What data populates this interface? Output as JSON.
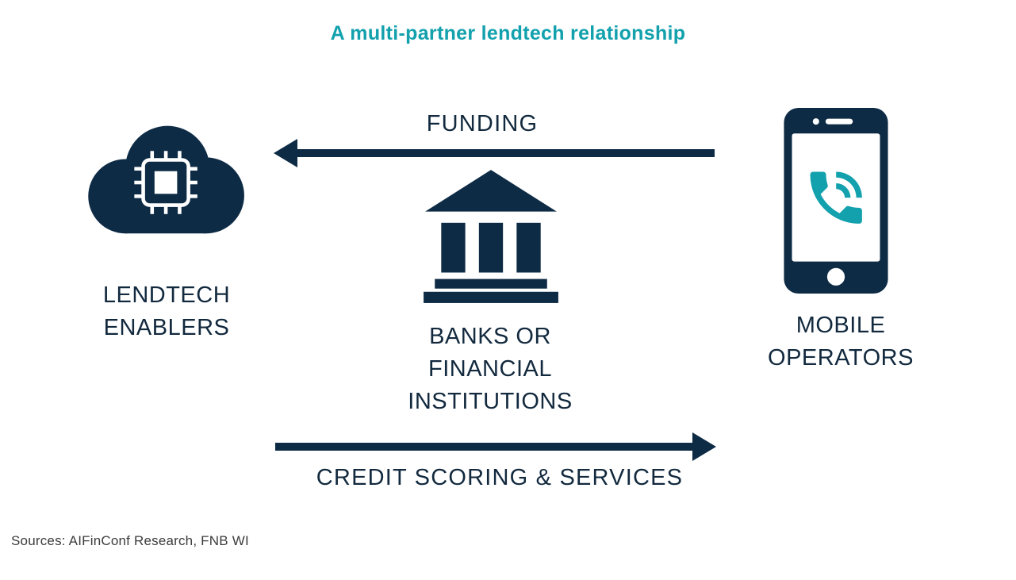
{
  "title": "A multi-partner lendtech relationship",
  "colors": {
    "navy": "#0E2B45",
    "teal": "#12A1AD",
    "label": "#12293E",
    "source": "#3C3C3C"
  },
  "nodes": {
    "lendtech": {
      "icon": "cloud-chip-icon",
      "lines": [
        "LENDTECH",
        "ENABLERS"
      ]
    },
    "banks": {
      "icon": "bank-icon",
      "lines": [
        "BANKS OR",
        "FINANCIAL",
        "INSTITUTIONS"
      ]
    },
    "mobile": {
      "icon": "smartphone-icon",
      "lines": [
        "MOBILE",
        "OPERATORS"
      ]
    }
  },
  "arrows": {
    "funding": {
      "label": "FUNDING",
      "direction": "left"
    },
    "credit_scoring": {
      "label": "CREDIT SCORING & SERVICES",
      "direction": "right"
    }
  },
  "source_note": "Sources: AIFinConf Research, FNB WI"
}
